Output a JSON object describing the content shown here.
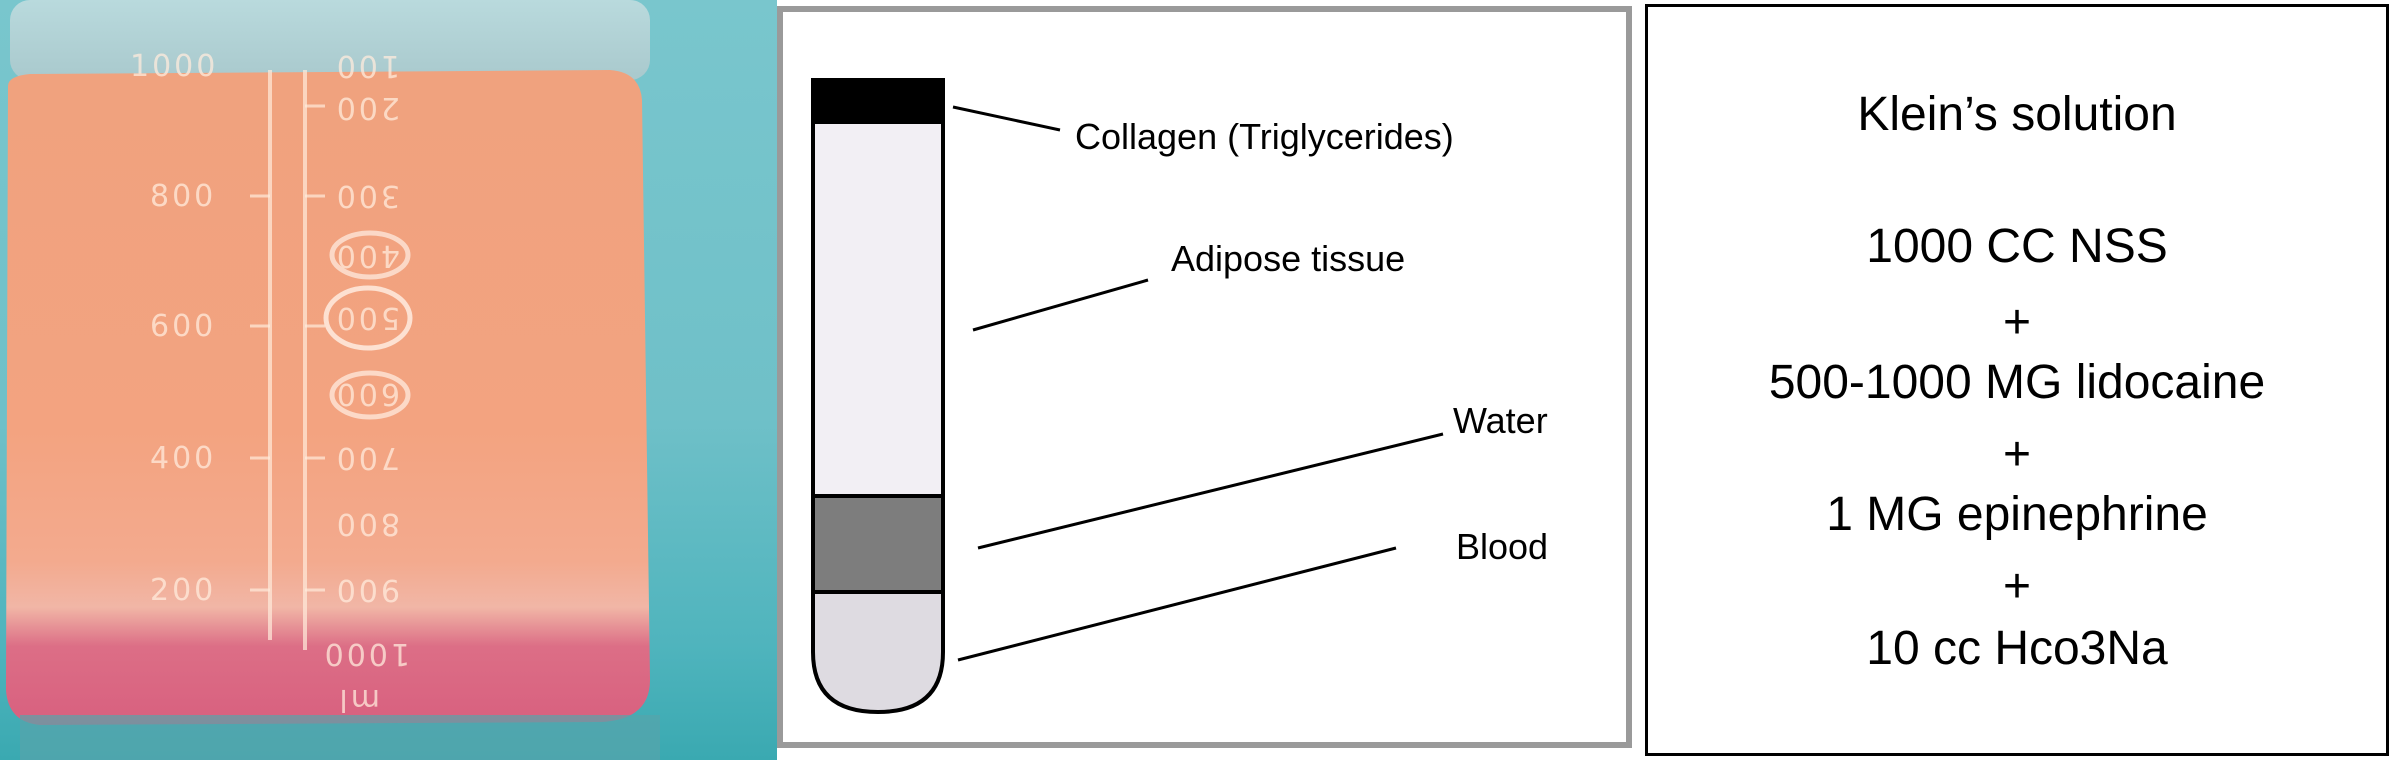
{
  "photo": {
    "left_scale": [
      "1000",
      "800",
      "600",
      "400",
      "200"
    ],
    "right_scale": [
      "100",
      "200",
      "300",
      "400",
      "500",
      "600",
      "700",
      "800",
      "900",
      "1000"
    ],
    "unit": "ml"
  },
  "tube": {
    "labels": {
      "collagen": "Collagen (Triglycerides)",
      "adipose": "Adipose tissue",
      "water": "Water",
      "blood": "Blood"
    },
    "colors": {
      "collagen": "#000000",
      "adipose": "#f2eff4",
      "water": "#7d7d7d",
      "blood": "#dedbe1"
    }
  },
  "recipe": {
    "title": "Klein’s solution",
    "line1": "1000 CC NSS",
    "plus1": "+",
    "line2": "500-1000 MG lidocaine",
    "plus2": "+",
    "line3": "1 MG epinephrine",
    "plus3": "+",
    "line4": "10 cc Hco3Na"
  }
}
